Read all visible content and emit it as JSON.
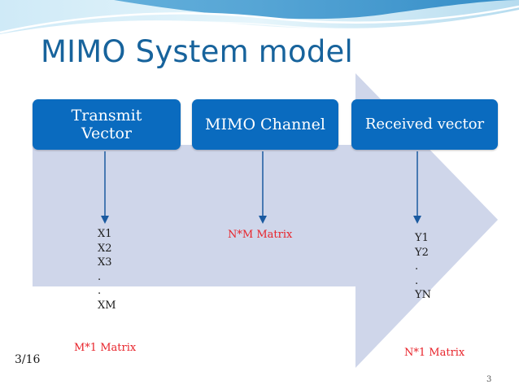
{
  "slide": {
    "title": "MIMO System model",
    "date": "3/16",
    "page_number": "3"
  },
  "boxes": {
    "transmit": [
      "Transmit",
      "Vector"
    ],
    "channel": "MIMO Channel",
    "received": "Received vector"
  },
  "transmit_items": [
    "X1",
    "X2",
    "X3",
    ".",
    ".",
    "XM"
  ],
  "channel_matrix": "N*M Matrix",
  "received_items": [
    "Y1",
    "Y2",
    ".",
    ".",
    "YN"
  ],
  "transmit_matrix": "M*1 Matrix",
  "received_matrix": "N*1 Matrix",
  "colors": {
    "title": "#17639c",
    "box": "#0a6bbf",
    "arrow": "#cfd6ea",
    "matrix_label": "#e8232a"
  }
}
